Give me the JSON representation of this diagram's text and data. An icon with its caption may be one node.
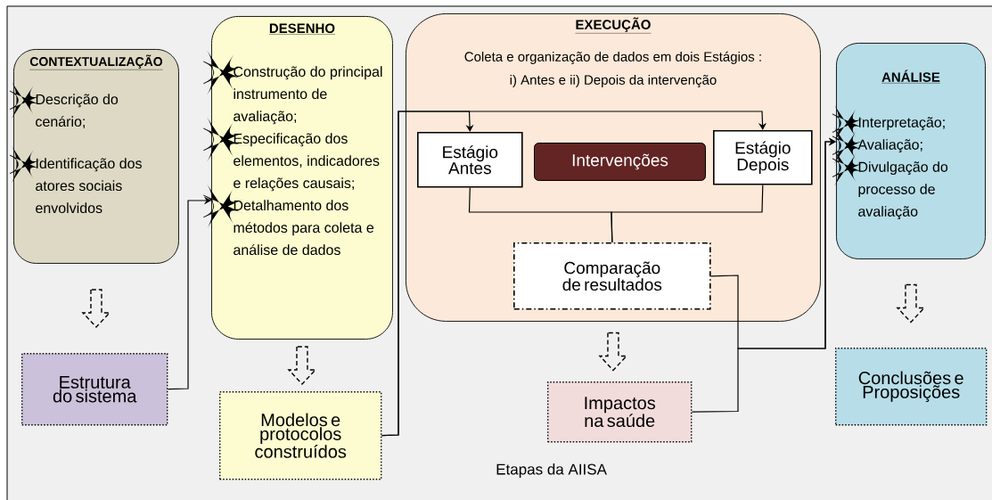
{
  "diagram": {
    "nodes": [
      {
        "text": [
          "CONTEXTUALIZAÇÃO",
          "Descrição do cenário;",
          "Identificação dos atores sociais envolvidos"
        ]
      },
      {
        "text": [
          "DESENHO",
          "Construção do principal instrumento de avaliação;",
          "Especificação dos elementos, indicadores e relações causais;",
          "Detalhamento dos métodos para coleta e análise de dados"
        ]
      },
      {
        "text": [
          "EXECUÇÃO",
          "Coleta e organização de dados em dois Estágios : i) Antes e ii) Depois da intervenção"
        ]
      },
      {
        "text": [
          "Estágio Antes"
        ],
        "in": 2
      },
      {
        "text": [
          "Intervenções"
        ],
        "in": 2
      },
      {
        "text": [
          "Estágio Depois"
        ],
        "in": 2
      },
      {
        "text": [
          "Comparação de resultados"
        ],
        "in": 2
      },
      {
        "text": [
          "ANÁLISE",
          "Interpretação;",
          "Avaliação;",
          "Divulgação do processo de avaliação"
        ]
      },
      {
        "text": [
          "Estrutura do sistema"
        ]
      },
      {
        "text": [
          "Modelos e protocolos construídos"
        ]
      },
      {
        "text": [
          "Impactos na saúde"
        ]
      },
      {
        "text": [
          "Conclusões e Proposições"
        ]
      }
    ],
    "edges": [
      {
        "from": 0,
        "to": 8,
        "arrow": "to",
        "style": "dashed"
      },
      {
        "from": 1,
        "to": 9,
        "arrow": "to",
        "style": "dashed"
      },
      {
        "from": 2,
        "to": 10,
        "arrow": "to",
        "style": "dashed"
      },
      {
        "from": 7,
        "to": 11,
        "arrow": "to",
        "style": "dashed"
      },
      {
        "from": 8,
        "to": 1,
        "arrow": "to"
      },
      {
        "from": 9,
        "to": 3,
        "arrow": "to"
      },
      {
        "from": 9,
        "to": 5,
        "arrow": "to"
      },
      {
        "from": 3,
        "to": 6,
        "arrow": "none"
      },
      {
        "from": 5,
        "to": 6,
        "arrow": "none"
      },
      {
        "from": 6,
        "to": 7,
        "arrow": "to"
      },
      {
        "from": 10,
        "to": 7,
        "arrow": "to"
      }
    ],
    "labels": [
      "Etapas da AIISA"
    ]
  }
}
